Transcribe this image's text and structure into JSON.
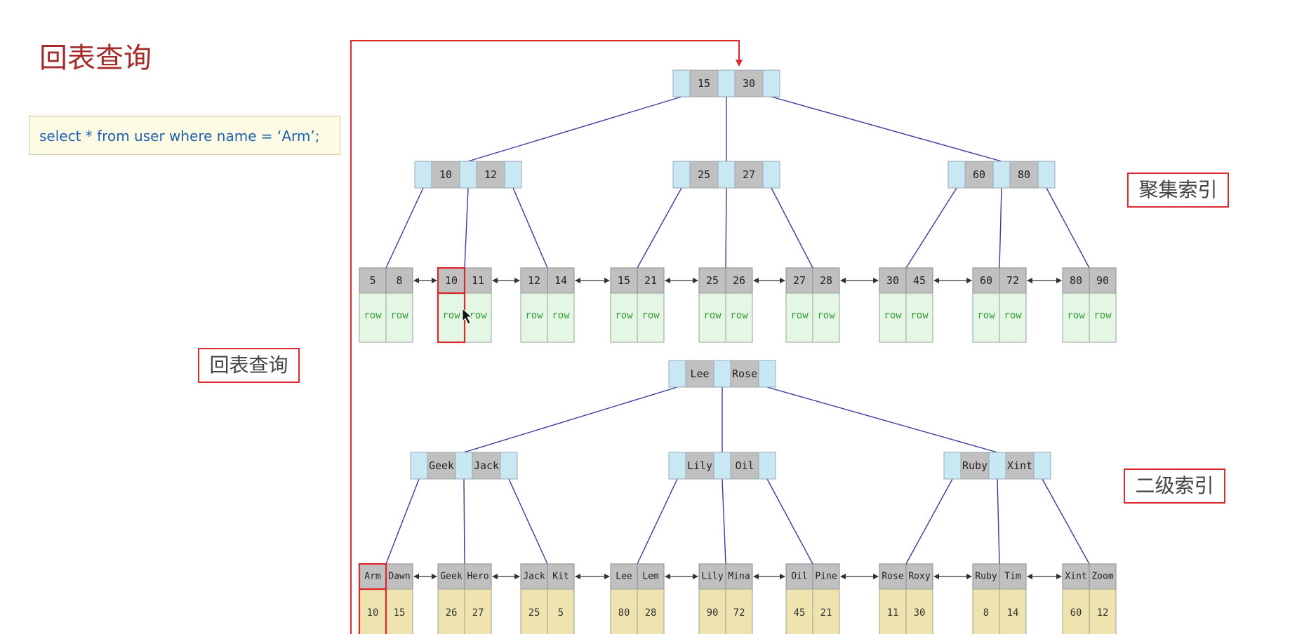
{
  "title": "回表查询",
  "sql": "select * from user where name = ‘Arm’;",
  "labels": {
    "lookup": "回表查询",
    "clustered": "聚集索引",
    "secondary": "二级索引"
  },
  "colors": {
    "accent": "#d9282f",
    "title": "#a52a2a",
    "sql_text": "#1f5fb0",
    "edge": "#3a3aa0",
    "key_cell": "#c0c0c0",
    "ptr_cell": "#c8e8f4",
    "row_cell": "#e4f7e4",
    "value_cell": "#efe3b0",
    "row_text": "#3a9a3a"
  },
  "clustered": {
    "root": [
      "15",
      "30"
    ],
    "internal": [
      [
        "10",
        "12"
      ],
      [
        "25",
        "27"
      ],
      [
        "60",
        "80"
      ]
    ],
    "leaves": [
      {
        "keys": [
          "5",
          "8"
        ],
        "rows": [
          "row",
          "row"
        ]
      },
      {
        "keys": [
          "10",
          "11"
        ],
        "rows": [
          "row",
          "row"
        ]
      },
      {
        "keys": [
          "12",
          "14"
        ],
        "rows": [
          "row",
          "row"
        ]
      },
      {
        "keys": [
          "15",
          "21"
        ],
        "rows": [
          "row",
          "row"
        ]
      },
      {
        "keys": [
          "25",
          "26"
        ],
        "rows": [
          "row",
          "row"
        ]
      },
      {
        "keys": [
          "27",
          "28"
        ],
        "rows": [
          "row",
          "row"
        ]
      },
      {
        "keys": [
          "30",
          "45"
        ],
        "rows": [
          "row",
          "row"
        ]
      },
      {
        "keys": [
          "60",
          "72"
        ],
        "rows": [
          "row",
          "row"
        ]
      },
      {
        "keys": [
          "80",
          "90"
        ],
        "rows": [
          "row",
          "row"
        ]
      }
    ]
  },
  "secondary": {
    "root": [
      "Lee",
      "Rose"
    ],
    "internal": [
      [
        "Geek",
        "Jack"
      ],
      [
        "Lily",
        "Oil"
      ],
      [
        "Ruby",
        "Xint"
      ]
    ],
    "leaves": [
      {
        "keys": [
          "Arm",
          "Dawn"
        ],
        "values": [
          "10",
          "15"
        ]
      },
      {
        "keys": [
          "Geek",
          "Hero"
        ],
        "values": [
          "26",
          "27"
        ]
      },
      {
        "keys": [
          "Jack",
          "Kit"
        ],
        "values": [
          "25",
          "5"
        ]
      },
      {
        "keys": [
          "Lee",
          "Lem"
        ],
        "values": [
          "80",
          "28"
        ]
      },
      {
        "keys": [
          "Lily",
          "Mina"
        ],
        "values": [
          "90",
          "72"
        ]
      },
      {
        "keys": [
          "Oil",
          "Pine"
        ],
        "values": [
          "45",
          "21"
        ]
      },
      {
        "keys": [
          "Rose",
          "Roxy"
        ],
        "values": [
          "11",
          "30"
        ]
      },
      {
        "keys": [
          "Ruby",
          "Tim"
        ],
        "values": [
          "8",
          "14"
        ]
      },
      {
        "keys": [
          "Xint",
          "Zoom"
        ],
        "values": [
          "60",
          "12"
        ]
      }
    ]
  }
}
